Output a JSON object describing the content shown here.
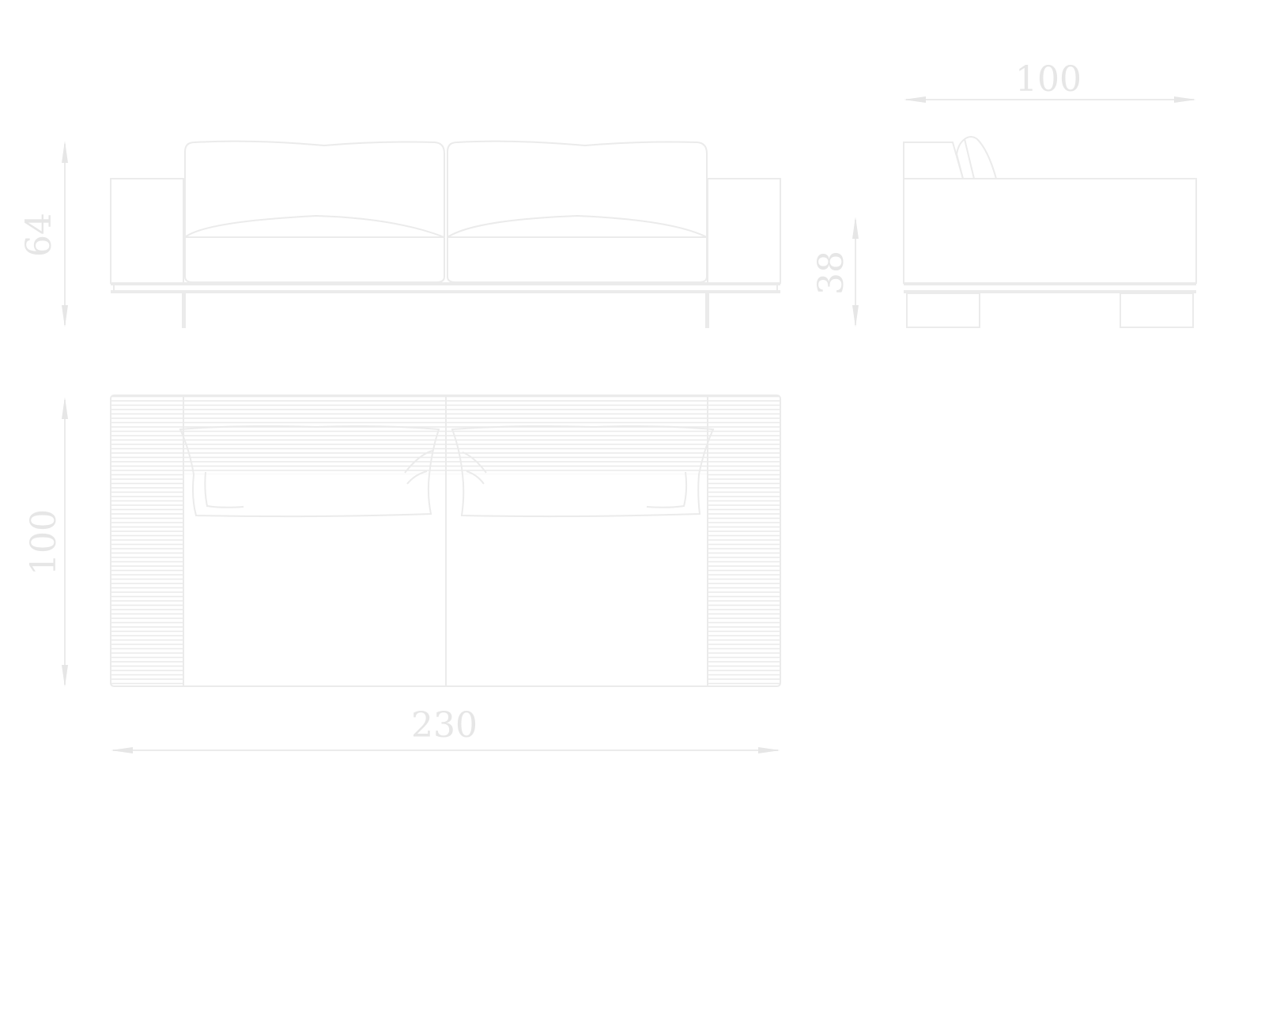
{
  "drawing": {
    "front_view": {
      "height_label": "64"
    },
    "side_view": {
      "seat_height_label": "38",
      "depth_label": "100"
    },
    "top_view": {
      "depth_label": "100",
      "width_label": "230"
    }
  },
  "colors": {
    "line": "#ebebeb",
    "background": "#ffffff"
  }
}
